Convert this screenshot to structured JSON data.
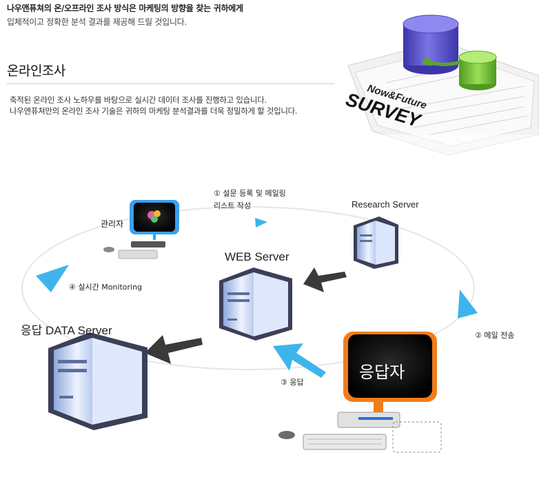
{
  "header": {
    "tagline": "나우앤퓨쳐의 온/오프라인 조사 방식은 마케팅의 방향을 찾는 귀하에게",
    "subtitle": "입체적이고 정확한 분석 결과를 제공해 드릴 것입니다."
  },
  "section": {
    "title": "온라인조사",
    "description": [
      "축적된 온라인 조사 노하우를 바탕으로 실시간 데이터 조사를 진행하고 있습니다.",
      "나우앤퓨쳐만의 온라인 조사 기술은 귀하의 마케팅 분석결과를 더욱 정밀하게 할 것입니다."
    ]
  },
  "graphic": {
    "survey_line1": "Now&Future",
    "survey_line2": "SURVEY"
  },
  "diagram": {
    "nodes": {
      "admin": "관리자",
      "research_server": "Research Server",
      "web_server": "WEB Server",
      "data_server": "응답 DATA Server",
      "respondent": "응답자"
    },
    "steps": {
      "step1_line1": "①  설문 등록 및 메일링",
      "step1_line2": "리스트 작성",
      "step2": "② 메일 전송",
      "step3": "③ 응답",
      "step4": "④ 실시간 Monitoring"
    }
  },
  "colors": {
    "accent_blue": "#3fb4ec",
    "dark_arrow": "#3a3a3a",
    "orange": "#f07d1a",
    "server_blue": "#c7d6f4",
    "cylinder_purple": "#5a52c8",
    "cylinder_green": "#7cc23c"
  }
}
